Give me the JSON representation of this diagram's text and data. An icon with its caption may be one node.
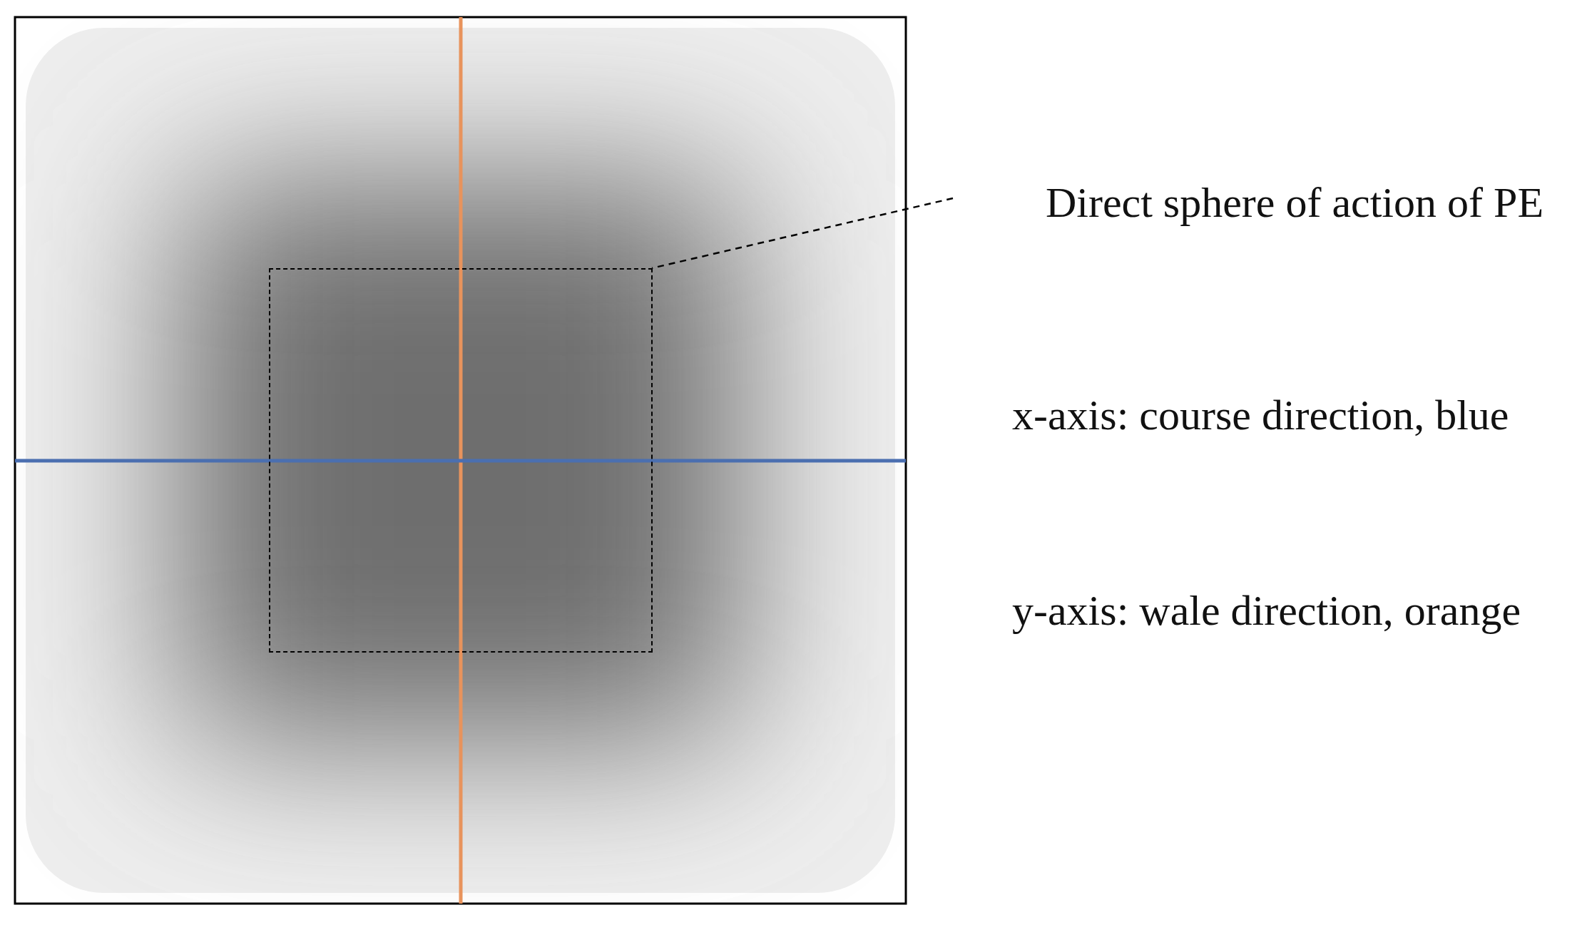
{
  "diagram": {
    "nodes": [
      {
        "text": [
          "Direct sphere of action of PE"
        ]
      },
      {
        "text": [],
        "shape": "box"
      }
    ],
    "edges": [
      {
        "from": 0,
        "to": 1,
        "arrow": "none",
        "style": "dashed"
      }
    ],
    "labels": [
      "x-axis: course direction, blue",
      "y-axis: wale direction, orange"
    ]
  }
}
